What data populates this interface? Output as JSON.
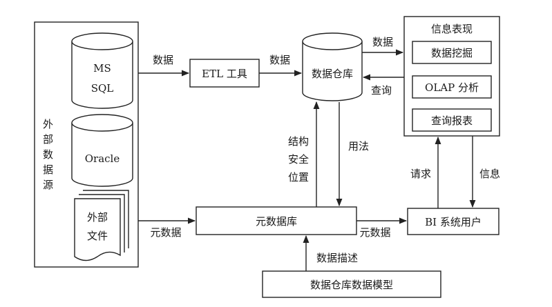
{
  "diagram": {
    "external_sources": {
      "label_chars": [
        "外",
        "部",
        "数",
        "据",
        "源"
      ],
      "db1_lines": [
        "MS",
        "SQL"
      ],
      "db2_label": "Oracle",
      "files_lines": [
        "外部",
        "文件"
      ]
    },
    "etl": {
      "label": "ETL 工具"
    },
    "warehouse": {
      "label": "数据仓库"
    },
    "info_panel": {
      "title": "信息表现",
      "items": [
        "数据挖掘",
        "OLAP 分析",
        "查询报表"
      ]
    },
    "metadata_db": {
      "label": "元数据库"
    },
    "bi_user": {
      "label": "BI 系统用户"
    },
    "model": {
      "label": "数据仓库数据模型"
    },
    "edges": {
      "sources_to_etl": "数据",
      "etl_to_warehouse": "数据",
      "warehouse_to_info": "数据",
      "info_to_warehouse": "查询",
      "meta_to_warehouse_lines": [
        "结构",
        "安全",
        "位置"
      ],
      "warehouse_to_meta": "用法",
      "files_to_meta": "元数据",
      "meta_to_bi": "元数据",
      "bi_to_info": "请求",
      "info_to_bi": "信息",
      "model_to_meta": "数据描述"
    }
  }
}
